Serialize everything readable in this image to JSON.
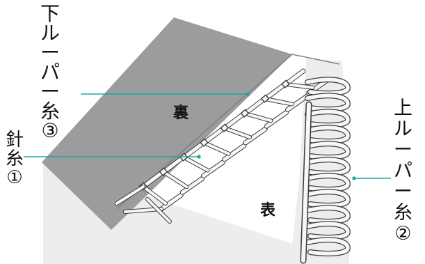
{
  "labels": {
    "lower_looper_thread": [
      "下",
      "ル",
      "ー",
      "パ",
      "ー",
      "糸",
      "③"
    ],
    "needle_thread": [
      "針",
      "糸",
      "①"
    ],
    "upper_looper_thread": [
      "上",
      "ル",
      "ー",
      "パ",
      "ー",
      "糸",
      "②"
    ]
  },
  "faces": {
    "back": "裏",
    "front": "表"
  },
  "colors": {
    "back_fabric": "#9a9c9d",
    "front_fabric": "#ededed",
    "leader_line": "#1aa89a",
    "thread": "#f7f7f7",
    "outline": "#3a3a3a"
  }
}
